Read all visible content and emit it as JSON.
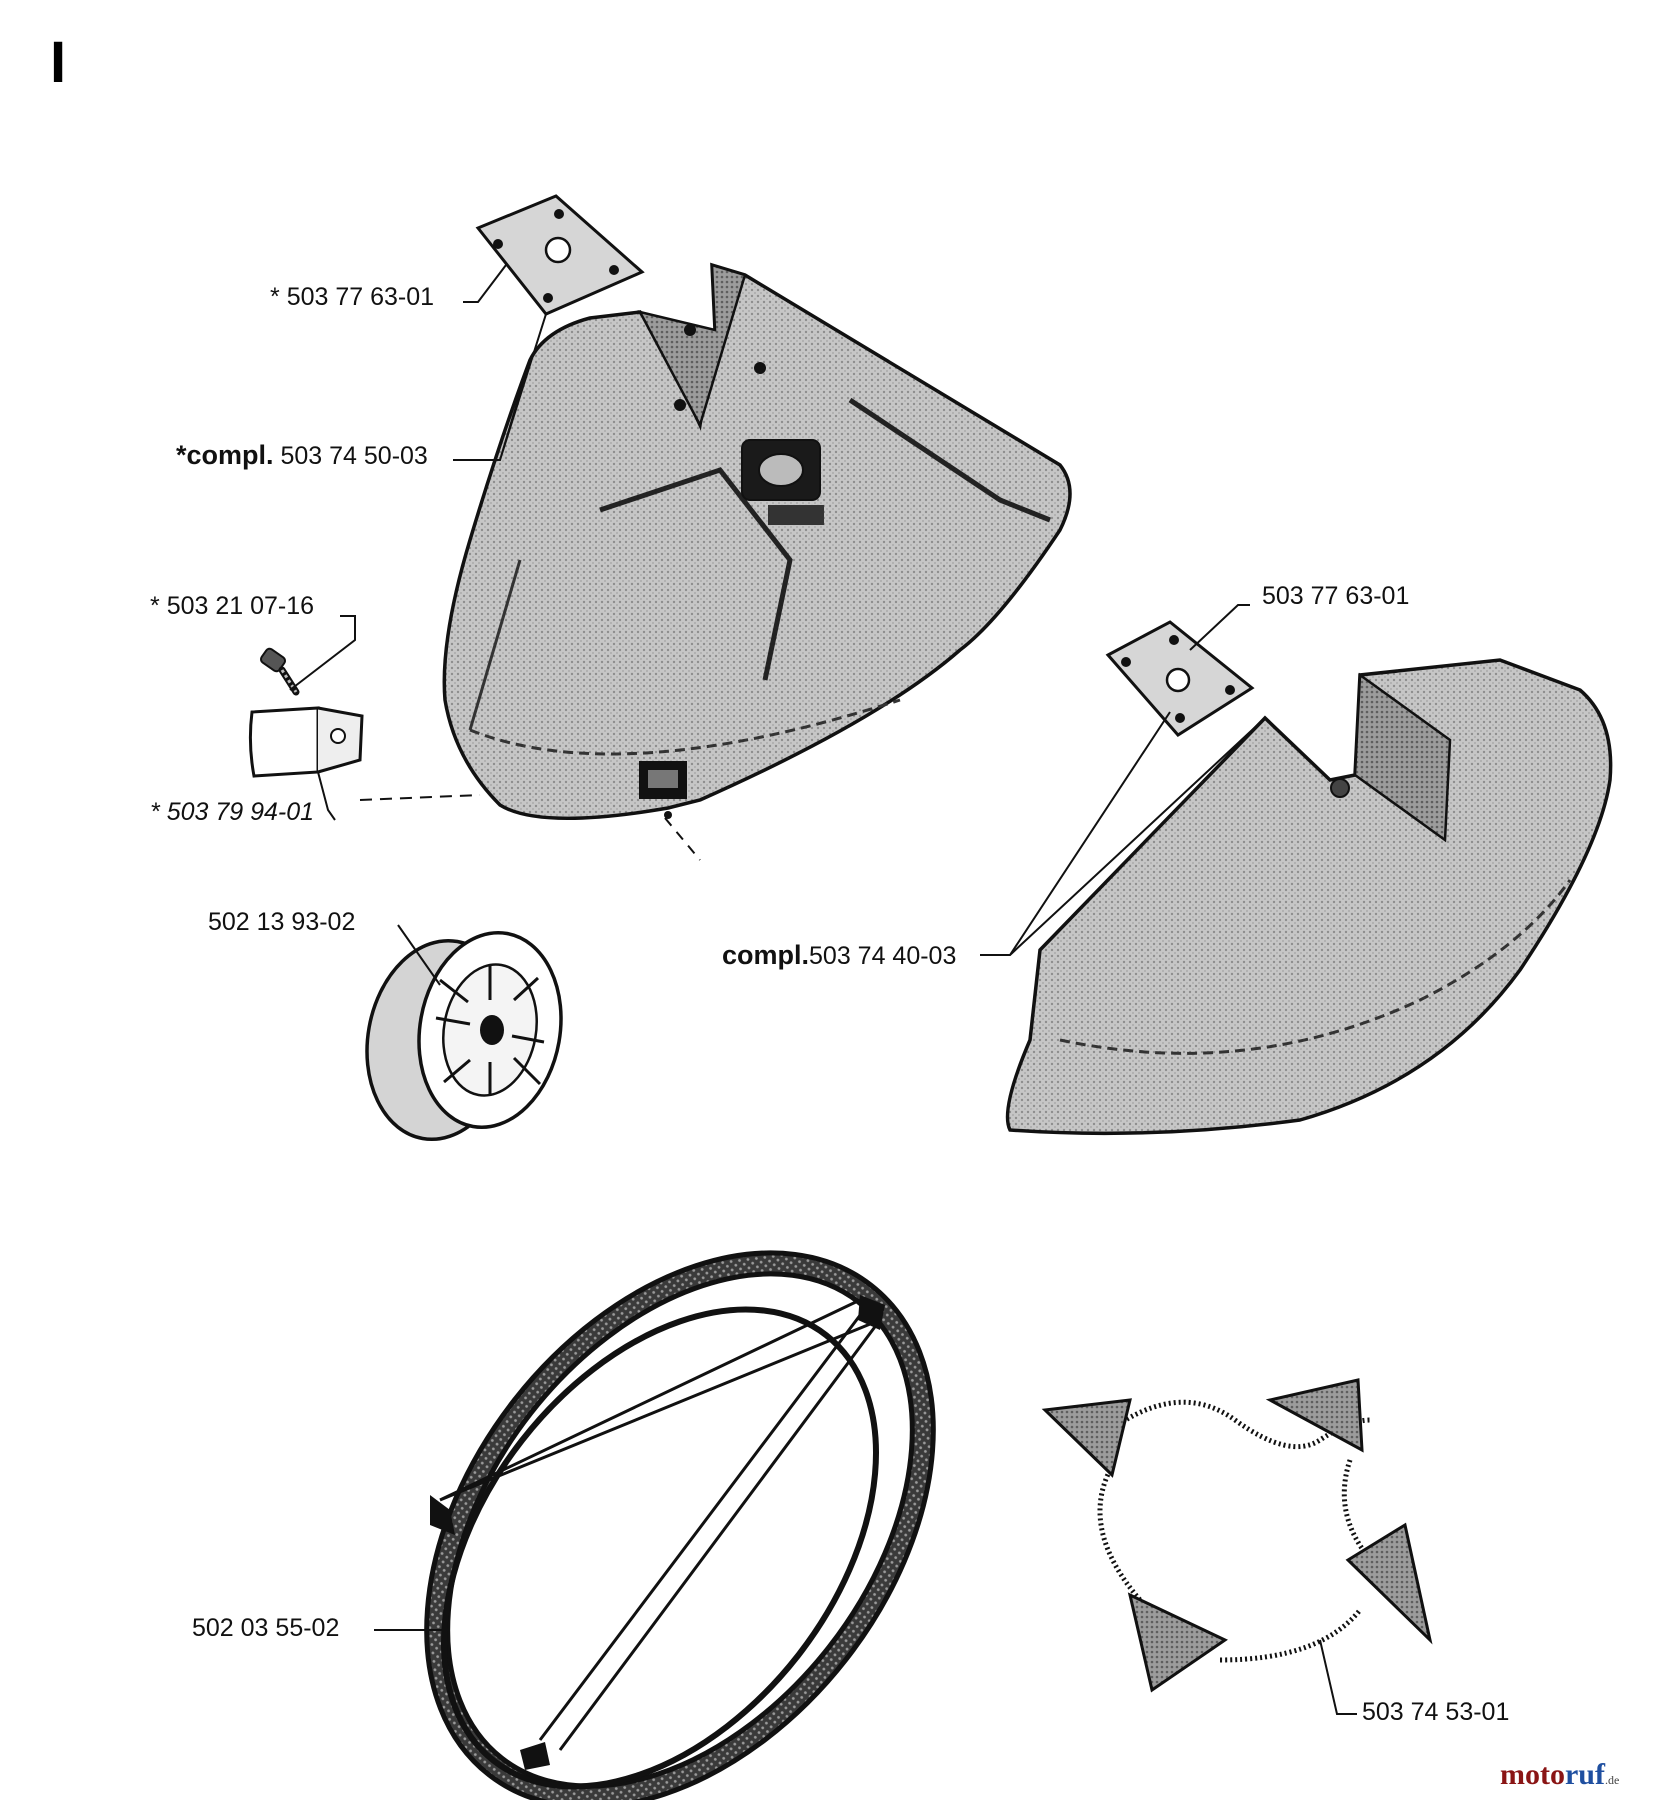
{
  "section_letter": "I",
  "parts": {
    "plate_top": {
      "star": "* ",
      "number": "503 77 63-01"
    },
    "guard_compl": {
      "star": "*",
      "prefix": "compl.",
      "number": "503 74 50-03"
    },
    "screw": {
      "star": "* ",
      "number": "503 21 07-16"
    },
    "bracket": {
      "star": "* ",
      "number": "503 79 94-01"
    },
    "plate_right": {
      "number": "503 77 63-01"
    },
    "guard2_compl": {
      "prefix": "compl.",
      "number": "503 74 40-03"
    },
    "spool": {
      "number": "502 13 93-02"
    },
    "harness_ring": {
      "number": "502 03 55-02"
    },
    "harness_pads": {
      "number": "503 74 53-01"
    }
  },
  "watermark": {
    "part1": "moto",
    "part2": "ruf",
    "suffix": ".de"
  },
  "colors": {
    "ink": "#111111",
    "screen": "#b9b9b9",
    "watermark_red": "#8a1515",
    "watermark_blue": "#1f4fa0"
  }
}
